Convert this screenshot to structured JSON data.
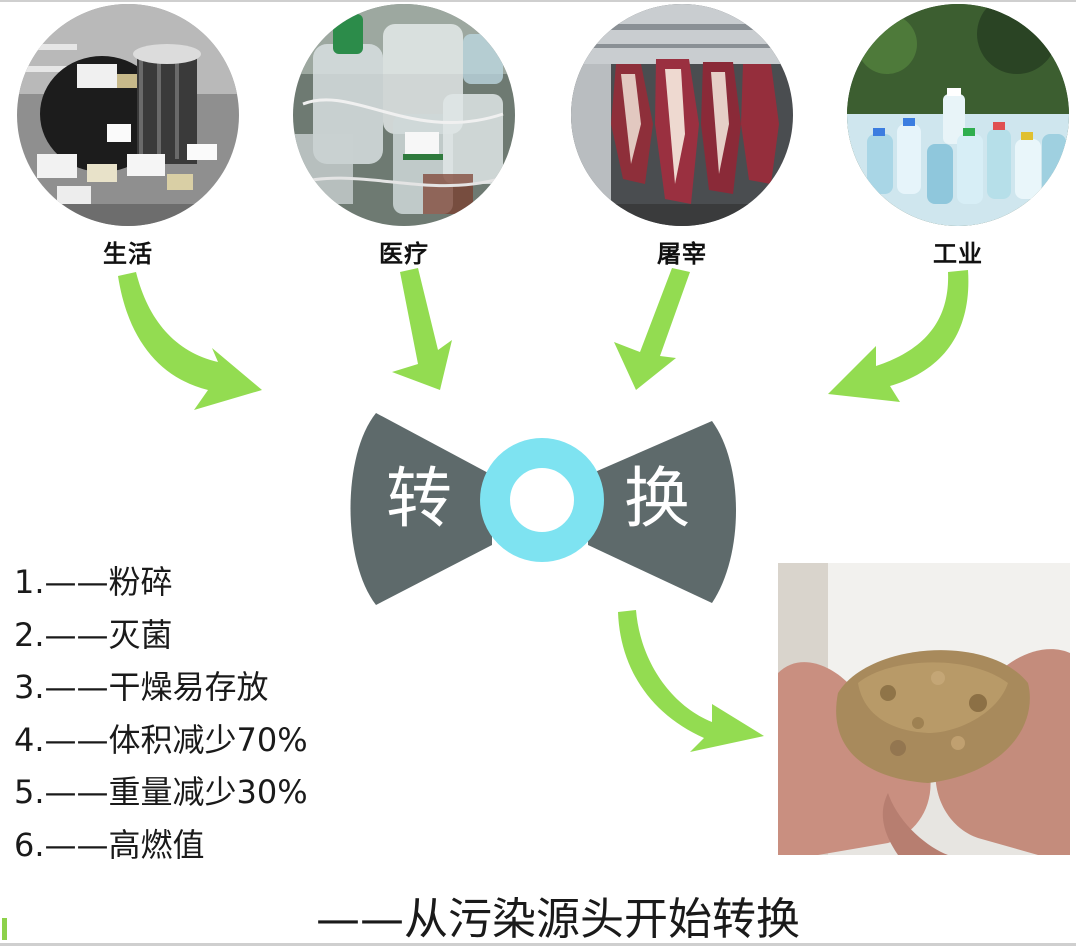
{
  "sources": [
    {
      "label": "生活",
      "image": "household-garbage-photo"
    },
    {
      "label": "医疗",
      "image": "medical-waste-photo"
    },
    {
      "label": "屠宰",
      "image": "slaughter-carcass-photo"
    },
    {
      "label": "工业",
      "image": "plastic-bottles-photo"
    }
  ],
  "converter": {
    "left_char": "转",
    "right_char": "换"
  },
  "steps": [
    "1.——粉碎",
    "2.——灭菌",
    "3.——干燥易存放",
    "4.——体积减少70%",
    "5.——重量减少30%",
    "6.——高燃值"
  ],
  "product_image": "dried-powder-in-hands-photo",
  "tagline": "——从污染源头开始转换",
  "colors": {
    "arrow": "#93dc51",
    "bowtie": "#5e6a6b",
    "ring": "#7ee3f1",
    "text": "#1a1a1a"
  }
}
